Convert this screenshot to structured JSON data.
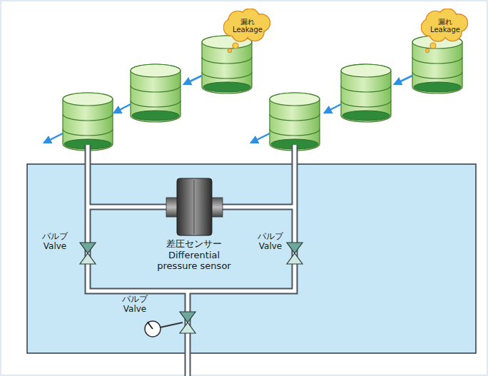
{
  "diagram": {
    "nodes": [
      {
        "text": [
          "漏れ Leakage"
        ]
      },
      {
        "text": [
          "漏れ Leakage"
        ]
      }
    ],
    "labels": [
      "差圧センサー Differential pressure sensor",
      "バルブ Valve",
      "バルブ Valve",
      "バルブ Valve"
    ]
  }
}
